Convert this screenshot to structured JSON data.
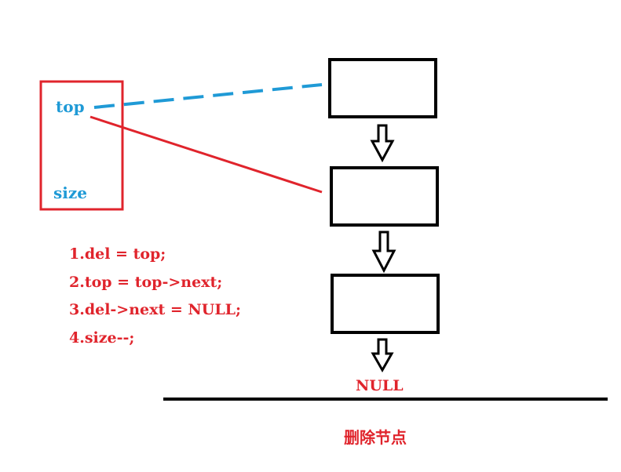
{
  "stack_box": {
    "top_label": "top",
    "size_label": "size"
  },
  "steps": [
    "1.del = top;",
    "2.top = top->next;",
    "3.del->next = NULL;",
    "4.size--;"
  ],
  "null_label": "NULL",
  "caption": "删除节点",
  "colors": {
    "red": "#e0242c",
    "blue": "#1f9ad6",
    "black": "#000000"
  }
}
